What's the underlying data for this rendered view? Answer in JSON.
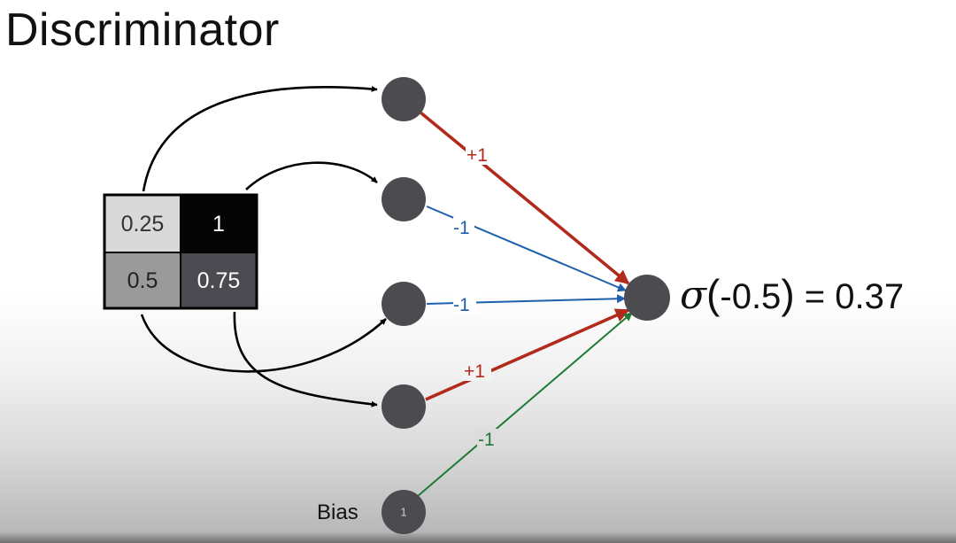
{
  "title": "Discriminator",
  "input_grid": {
    "cells": [
      {
        "value": "0.25",
        "fill": "#d9d9d9",
        "text_color": "#333333"
      },
      {
        "value": "1",
        "fill": "#050505",
        "text_color": "#ffffff"
      },
      {
        "value": "0.5",
        "fill": "#9a9a9a",
        "text_color": "#222222"
      },
      {
        "value": "0.75",
        "fill": "#4a4a50",
        "text_color": "#ffffff"
      }
    ]
  },
  "weights": [
    {
      "label": "+1",
      "color": "#b22a1c"
    },
    {
      "label": "-1",
      "color": "#1e5fae"
    },
    {
      "label": "-1",
      "color": "#1e5fae"
    },
    {
      "label": "+1",
      "color": "#b22a1c"
    }
  ],
  "bias": {
    "label": "Bias",
    "value": "1",
    "weight": "-1",
    "color": "#1f7a36"
  },
  "output": {
    "sigma": "σ",
    "paren_open": "(",
    "argument": "-0.5",
    "paren_close": ")",
    "equals": " = ",
    "result": "0.37"
  },
  "colors": {
    "node": "#4b4b50",
    "node_outline": "#3a3a3e",
    "arrow": "#000000"
  }
}
